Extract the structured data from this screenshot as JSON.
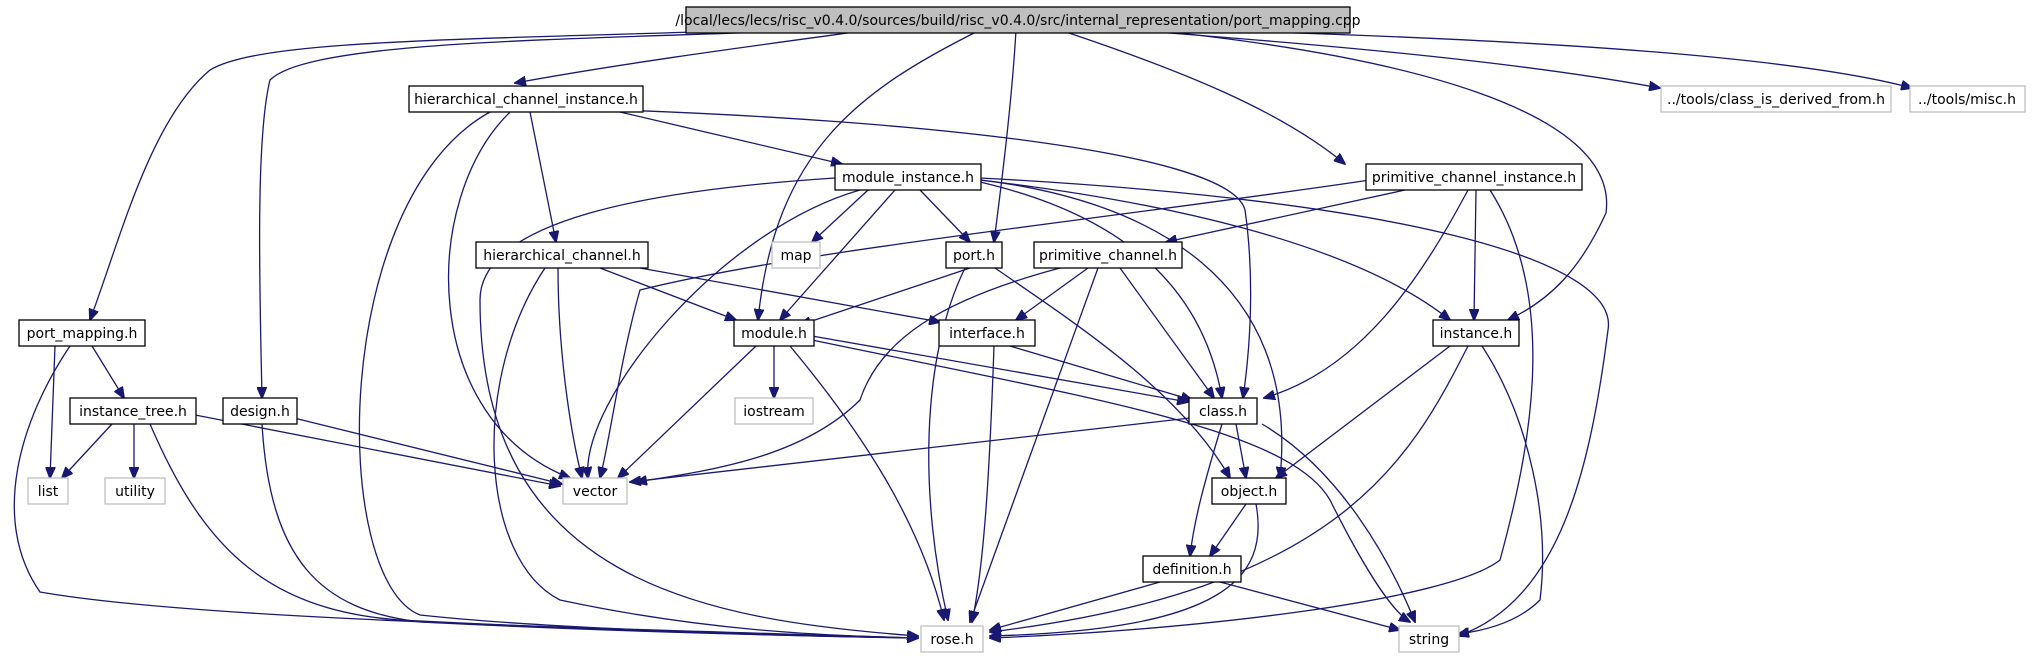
{
  "diagram": {
    "colors": {
      "edge": "#191970",
      "root_fill": "#bfbfbf",
      "box_border": "#000000",
      "external_border": "#bfbfbf"
    },
    "nodes": {
      "root": "/local/lecs/lecs/risc_v0.4.0/sources/build/risc_v0.4.0/src/internal_representation/port_mapping.cpp",
      "hierarchical_channel_instance_h": "hierarchical_channel_instance.h",
      "class_is_derived_from_h": "../tools/class_is_derived_from.h",
      "misc_h": "../tools/misc.h",
      "module_instance_h": "module_instance.h",
      "primitive_channel_instance_h": "primitive_channel_instance.h",
      "hierarchical_channel_h": "hierarchical_channel.h",
      "map": "map",
      "port_h": "port.h",
      "primitive_channel_h": "primitive_channel.h",
      "port_mapping_h": "port_mapping.h",
      "module_h": "module.h",
      "interface_h": "interface.h",
      "instance_h": "instance.h",
      "instance_tree_h": "instance_tree.h",
      "design_h": "design.h",
      "iostream": "iostream",
      "class_h": "class.h",
      "list": "list",
      "utility": "utility",
      "vector": "vector",
      "object_h": "object.h",
      "definition_h": "definition.h",
      "rose_h": "rose.h",
      "string": "string"
    }
  }
}
